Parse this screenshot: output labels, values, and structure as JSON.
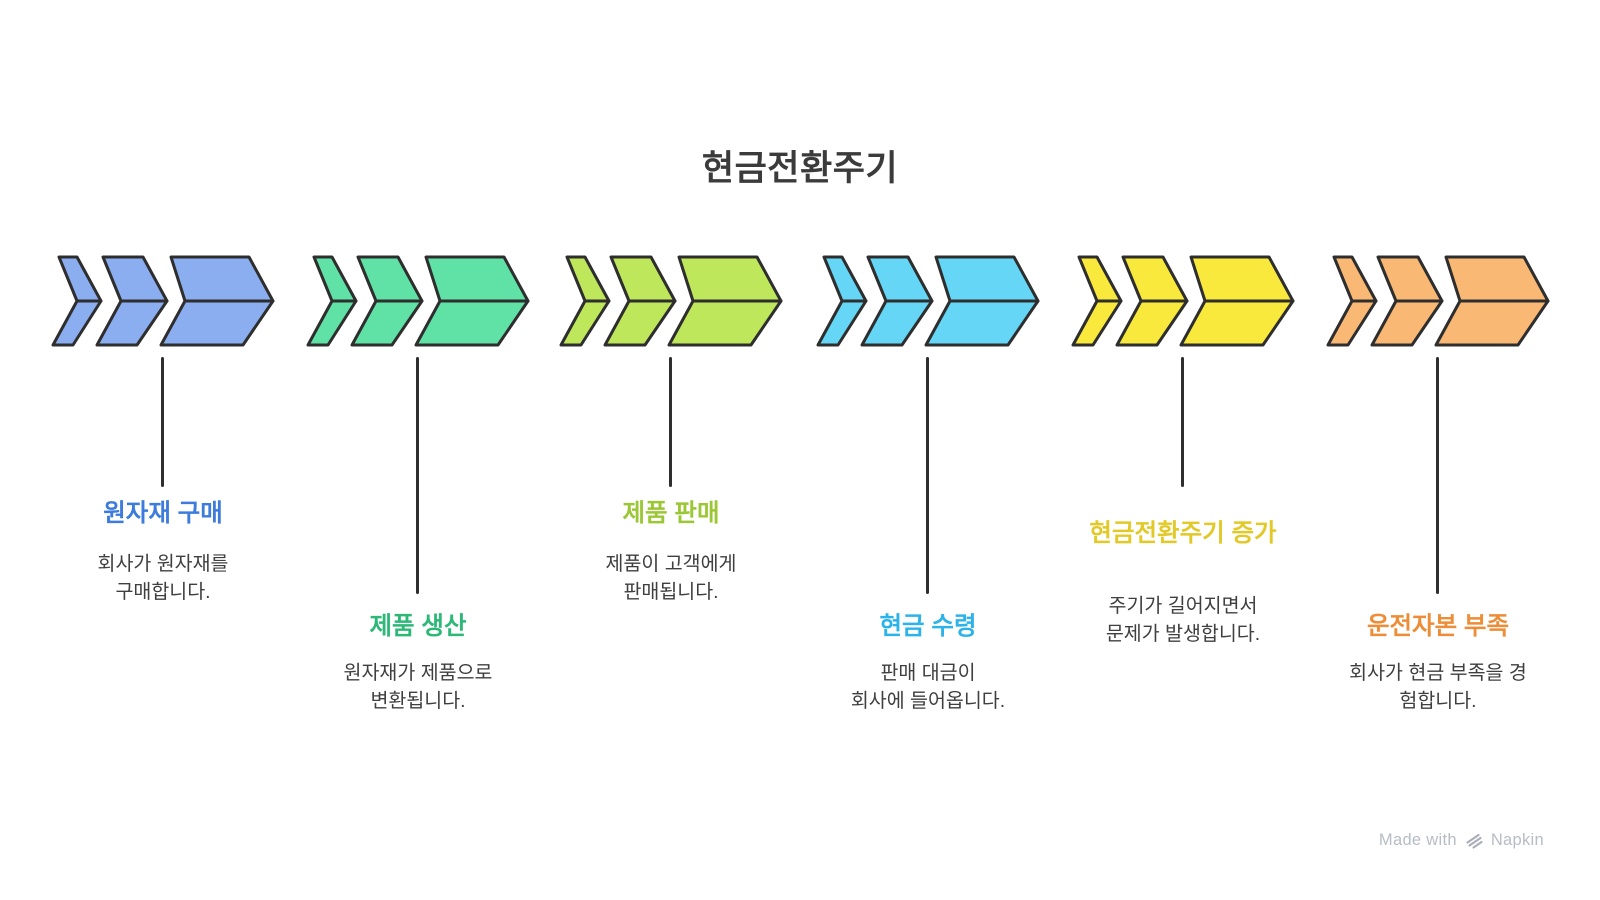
{
  "title": "현금전환주기",
  "steps": [
    {
      "name": "raw-material-purchase",
      "label": "원자재 구매",
      "desc": [
        "회사가 원자재를",
        "구매합니다."
      ],
      "fill": "#8BAEF0",
      "label_color": "#3D7CDC"
    },
    {
      "name": "product-production",
      "label": "제품 생산",
      "desc": [
        "원자재가 제품으로",
        "변환됩니다."
      ],
      "fill": "#60E2A6",
      "label_color": "#2EB878"
    },
    {
      "name": "product-sales",
      "label": "제품 판매",
      "desc": [
        "제품이 고객에게",
        "판매됩니다."
      ],
      "fill": "#BEE75C",
      "label_color": "#9AC733"
    },
    {
      "name": "cash-receipt",
      "label": "현금 수령",
      "desc": [
        "판매 대금이",
        "회사에 들어옵니다."
      ],
      "fill": "#65D6F5",
      "label_color": "#2CB3E9"
    },
    {
      "name": "cash-conversion-cycle-increase",
      "label": "현금전환주기 증가",
      "desc": [
        "주기가 길어지면서",
        "문제가 발생합니다."
      ],
      "fill": "#F8E93C",
      "label_color": "#E2C928"
    },
    {
      "name": "working-capital-shortage",
      "label": "운전자본 부족",
      "desc": [
        "회사가 현금 부족을 경",
        "험합니다."
      ],
      "fill": "#F9B975",
      "label_color": "#EE8D37"
    }
  ],
  "watermark": {
    "prefix": "Made with",
    "brand": "Napkin"
  },
  "colors": {
    "background": "#ffffff",
    "outline": "#2e2e2e",
    "title": "#3b3b3b",
    "description": "#3f3f3f",
    "watermark_text": "#b7bcc5",
    "watermark_icon": "#a9aeb8"
  }
}
